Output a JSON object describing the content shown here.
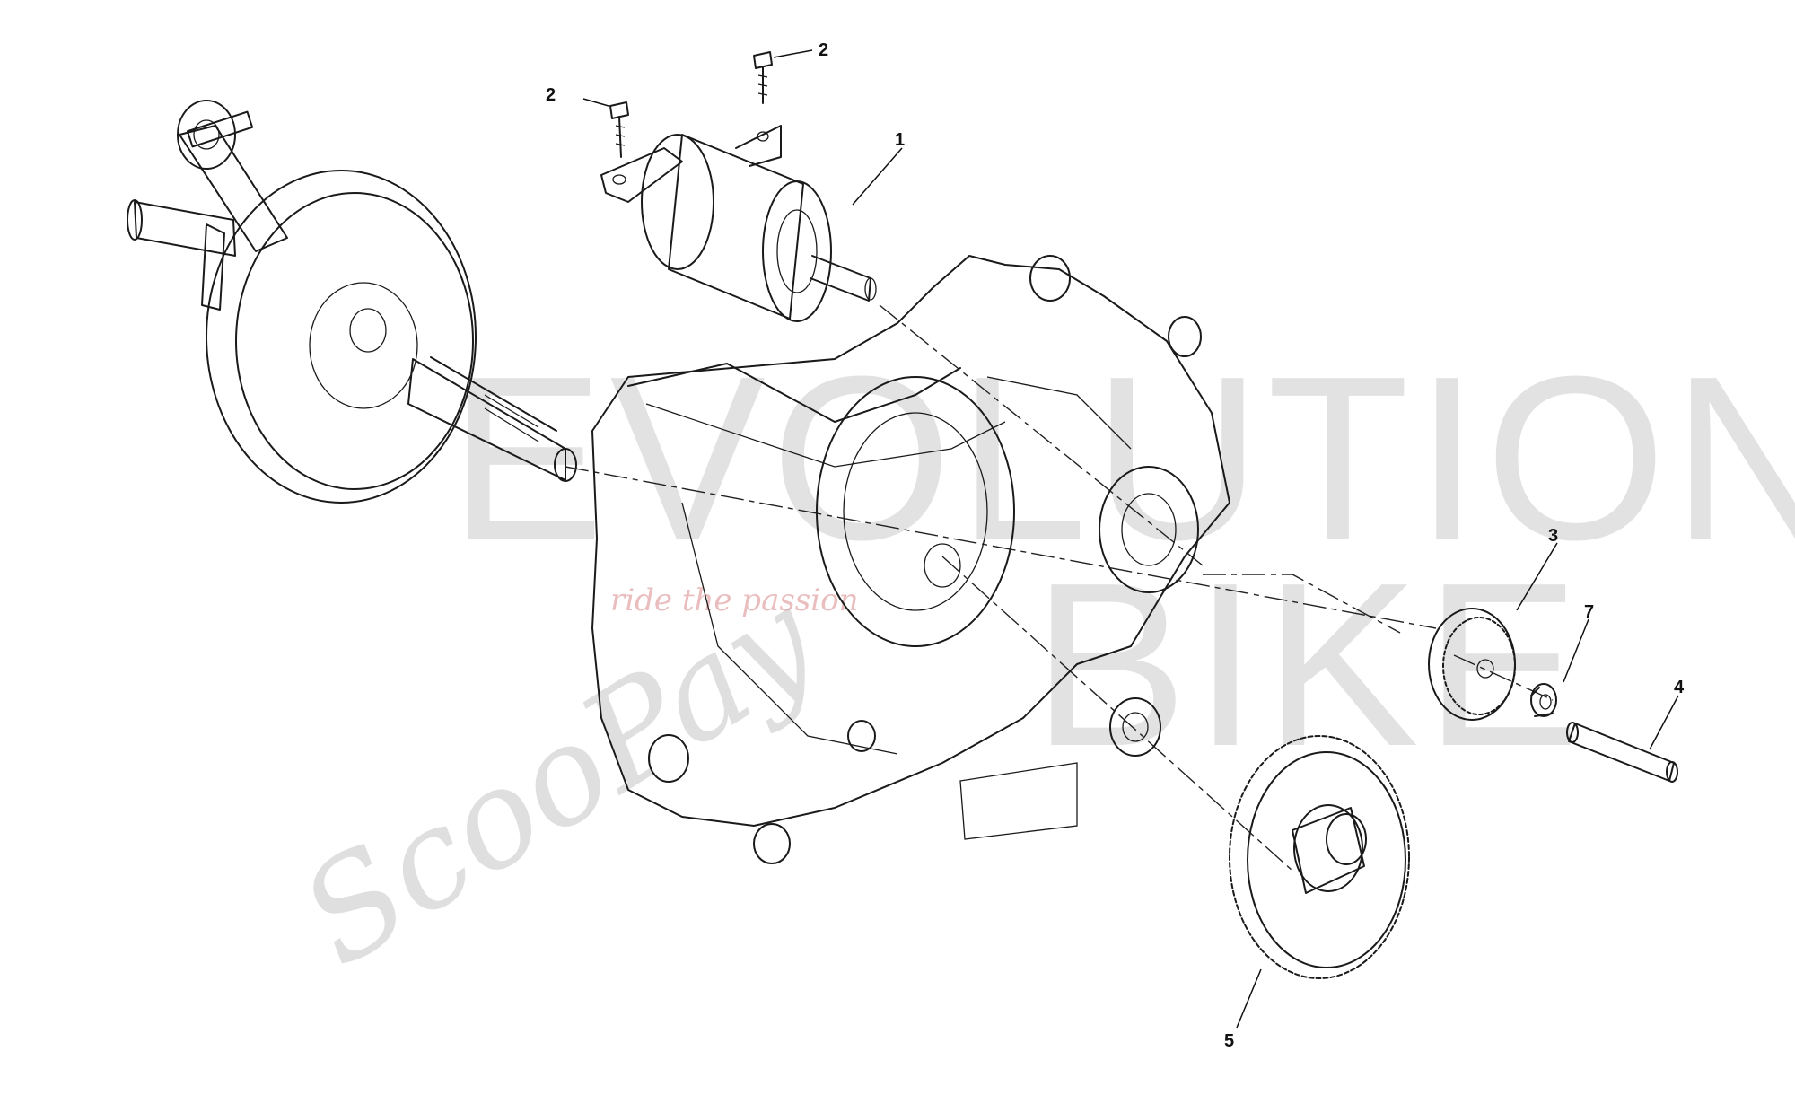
{
  "callouts": {
    "c1": "1",
    "c2a": "2",
    "c2b": "2",
    "c3": "3",
    "c4": "4",
    "c5": "5",
    "c7": "7"
  },
  "watermark": {
    "line1": "EVOLUTION",
    "line2": "BIKE",
    "script": "ScooPay",
    "tagline": "ride the passion"
  }
}
